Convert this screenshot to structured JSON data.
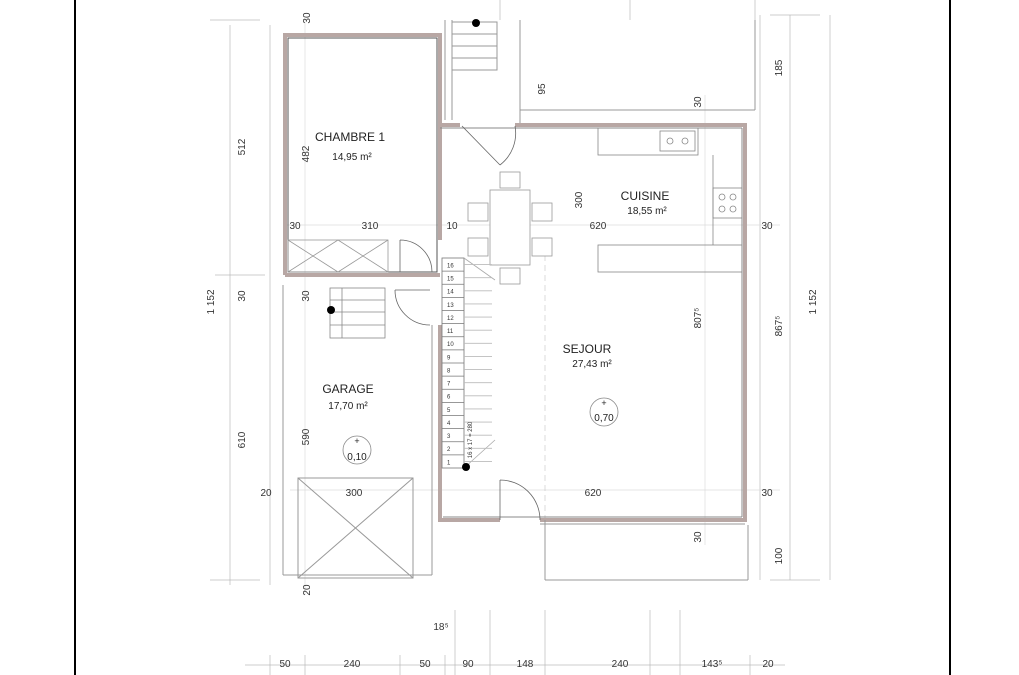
{
  "rooms": [
    {
      "id": "chambre",
      "name": "CHAMBRE 1",
      "area": "14,95 m²"
    },
    {
      "id": "cuisine",
      "name": "CUISINE",
      "area": "18,55 m²"
    },
    {
      "id": "sejour",
      "name": "SEJOUR",
      "area": "27,43 m²"
    },
    {
      "id": "garage",
      "name": "GARAGE",
      "area": "17,70 m²"
    }
  ],
  "levels": {
    "garage": "0,10",
    "sejour": "0,70"
  },
  "dimensions": {
    "top_30": "30",
    "d95": "95",
    "d30_kitchen_top": "30",
    "d512": "512",
    "d185": "185",
    "d482": "482",
    "d300_kitchen": "300",
    "d30_left": "30",
    "d310": "310",
    "d10": "10",
    "d620_top": "620",
    "d30_right": "30",
    "d1152_left": "1 152",
    "d1152_right": "1 152",
    "d30_mid": "30",
    "d30_garage": "30",
    "d8075": "807⁵",
    "d8675": "867⁵",
    "d610": "610",
    "d590": "590",
    "d20_left": "20",
    "d300_bottom": "300",
    "d620_bottom": "620",
    "d30_bottom_right": "30",
    "d30_terrace": "30",
    "d100": "100",
    "d20_bottom": "20",
    "d185_bottom": "18⁵",
    "stairs_note": "16 x 17 = 280"
  },
  "bottom_dims": [
    "50",
    "240",
    "50",
    "90",
    "148",
    "240",
    "143⁵",
    "20"
  ],
  "stair_steps": [
    "16",
    "15",
    "14",
    "13",
    "12",
    "11",
    "10",
    "9",
    "8",
    "7",
    "6",
    "5",
    "4",
    "3",
    "2",
    "1"
  ]
}
